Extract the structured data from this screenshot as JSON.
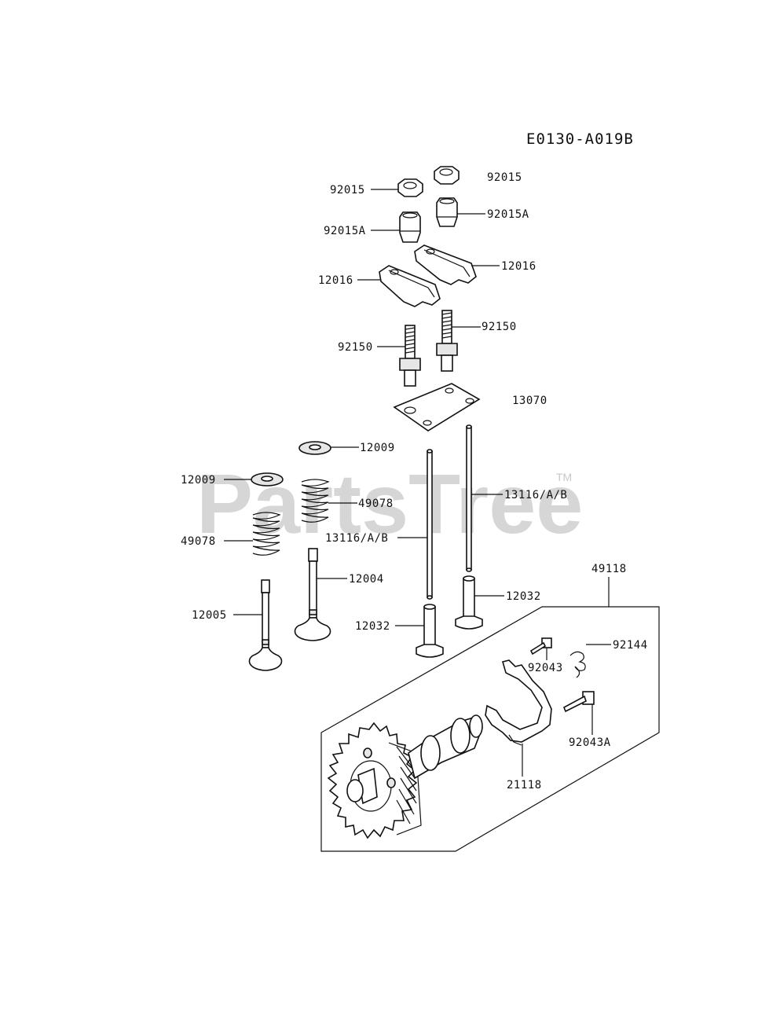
{
  "diagram_code": "E0130-A019B",
  "watermark": "PartsTree",
  "watermark_tm": "TM",
  "labels": {
    "nut_right": "92015",
    "nut_left": "92015",
    "cap_right": "92015A",
    "cap_left": "92015A",
    "rocker_right": "12016",
    "rocker_left": "12016",
    "stud_right": "92150",
    "stud_left": "92150",
    "plate": "13070",
    "retainer_top": "12009",
    "retainer_left": "12009",
    "spring_right": "49078",
    "spring_left": "49078",
    "pushrod_right": "13116/A/B",
    "pushrod_left": "13116/A/B",
    "valve_intake": "12004",
    "valve_exhaust": "12005",
    "tappet_right": "12032",
    "tappet_left": "12032",
    "camshaft_assy": "49118",
    "bolt": "92043",
    "spring_small": "92144",
    "bolt_a": "92043A",
    "weight": "21118"
  }
}
